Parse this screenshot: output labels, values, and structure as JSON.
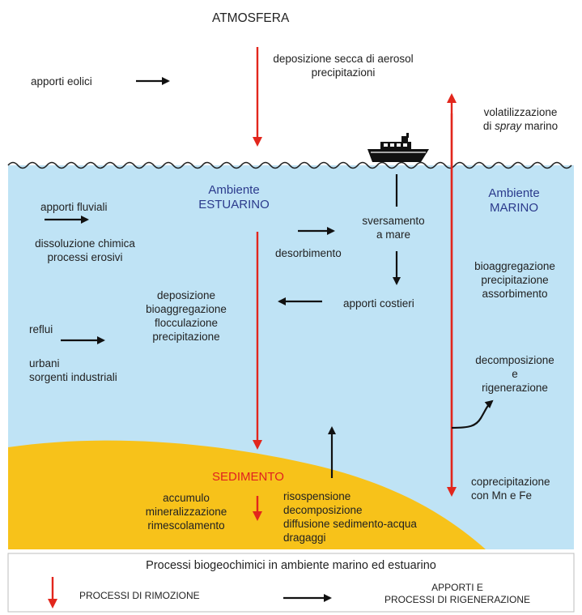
{
  "colors": {
    "water": "#bfe3f5",
    "sediment": "#f7c21a",
    "removal_arrow": "#e2261c",
    "regeneration_arrow": "#111111",
    "label_blue": "#2b3a8c",
    "label_red": "#e02020"
  },
  "atmosphere": {
    "title": "ATMOSFERA",
    "aeolian": "apporti eolici",
    "deposition_line1": "deposizione secca di aerosol",
    "deposition_line2": "precipitazioni",
    "volatil_line1": "volatilizzazione",
    "volatil_line2_prefix": "di ",
    "volatil_line2_italic": "spray",
    "volatil_line2_suffix": " marino"
  },
  "estuary": {
    "title_line1": "Ambiente",
    "title_line2": "ESTUARINO",
    "fluvial": "apporti fluviali",
    "dissolution_line1": "dissoluzione chimica",
    "dissolution_line2": "processi erosivi",
    "reflui": "reflui",
    "urban_line1": "urbani",
    "urban_line2": "sorgenti industriali",
    "deposition_lines": [
      "deposizione",
      "bioaggregazione",
      "flocculazione",
      "precipitazione"
    ],
    "desorption": "desorbimento",
    "spill_line1": "sversamento",
    "spill_line2": "a mare",
    "coastal": "apporti costieri"
  },
  "marine": {
    "title_line1": "Ambiente",
    "title_line2": "MARINO",
    "bio_lines": [
      "bioaggregazione",
      "precipitazione",
      "assorbimento"
    ],
    "decomp_line1": "decomposizione",
    "decomp_line2": "e",
    "decomp_line3": "rigenerazione",
    "coprecip_line1": "coprecipitazione",
    "coprecip_line2": "con Mn e Fe"
  },
  "sediment": {
    "title": "SEDIMENTO",
    "left_lines": [
      "accumulo",
      "mineralizzazione",
      "rimescolamento"
    ],
    "right_lines": [
      "risospensione",
      "decomposizione",
      "diffusione sedimento-acqua",
      "dragaggi"
    ]
  },
  "legend": {
    "title": "Processi biogeochimici in ambiente marino ed estuarino",
    "removal": "PROCESSI DI RIMOZIONE",
    "regeneration_line1": "APPORTI E",
    "regeneration_line2": "PROCESSI DI RIGENERAZIONE"
  }
}
